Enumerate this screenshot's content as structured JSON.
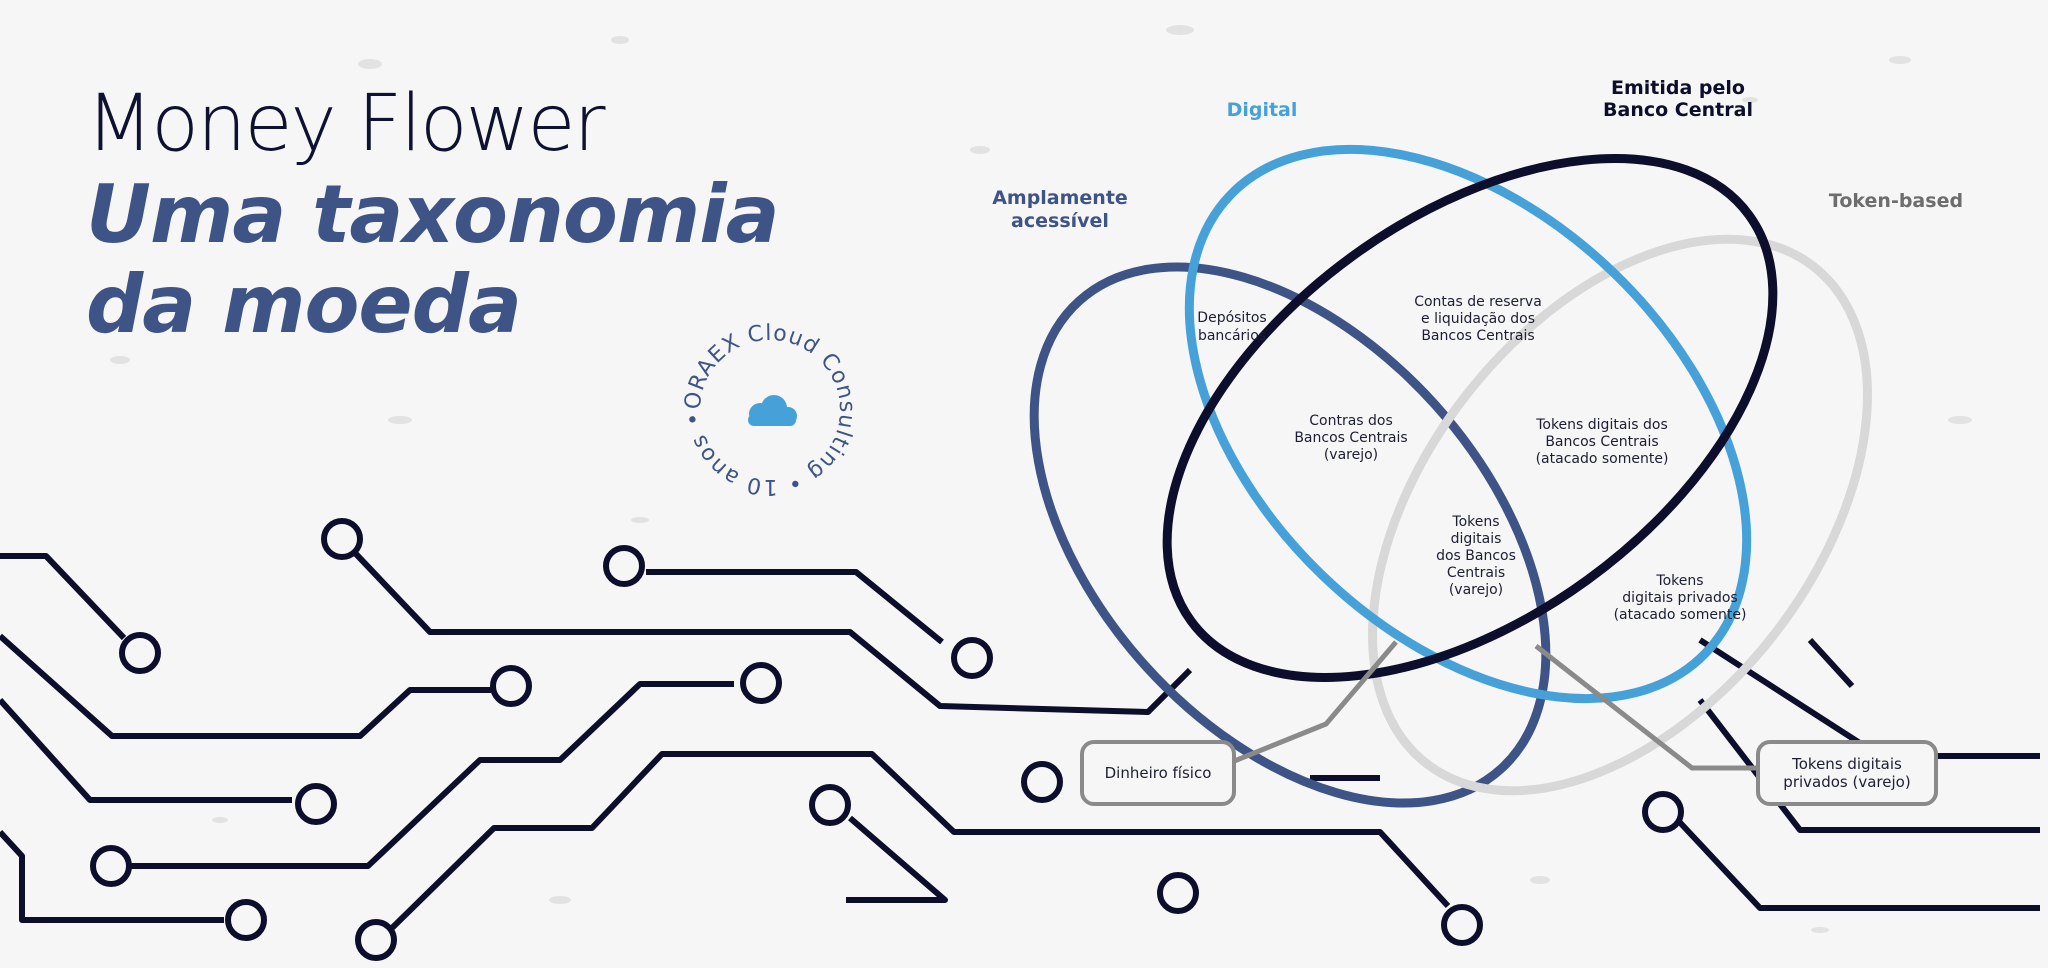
{
  "title": {
    "line1": "Money Flower",
    "line2a": "Uma taxonomia",
    "line2b": "da moeda"
  },
  "badge": {
    "text": "ORAEX Cloud Consulting • 10 anos •",
    "icon": "cloud-icon"
  },
  "sets": {
    "digital": "Digital",
    "central_bank_1": "Emitida pelo",
    "central_bank_2": "Banco Central",
    "accessible_1": "Amplamente",
    "accessible_2": "acessível",
    "token_based": "Token-based"
  },
  "regions": {
    "deposits": [
      "Depósitos",
      "bancários"
    ],
    "reserve": [
      "Contas de reserva",
      "e liquidação dos",
      "Bancos Centrais"
    ],
    "cb_accounts_retail": [
      "Contras dos",
      "Bancos Centrais",
      "(varejo)"
    ],
    "cb_tokens_wholesale": [
      "Tokens digitais dos",
      "Bancos Centrais",
      "(atacado somente)"
    ],
    "cb_tokens_retail": [
      "Tokens",
      "digitais",
      "dos Bancos",
      "Centrais",
      "(varejo)"
    ],
    "private_tokens_wholesale": [
      "Tokens",
      "digitais privados",
      "(atacado somente)"
    ]
  },
  "callouts": {
    "cash": "Dinheiro físico",
    "private_retail_1": "Tokens digitais",
    "private_retail_2": "privados (varejo)"
  },
  "colors": {
    "dark_navy": "#0c0e2b",
    "slate_blue": "#3f5486",
    "sky_blue": "#46a1d8",
    "light_gray": "#d8d8d8",
    "callout_gray": "#8a8a8a"
  }
}
